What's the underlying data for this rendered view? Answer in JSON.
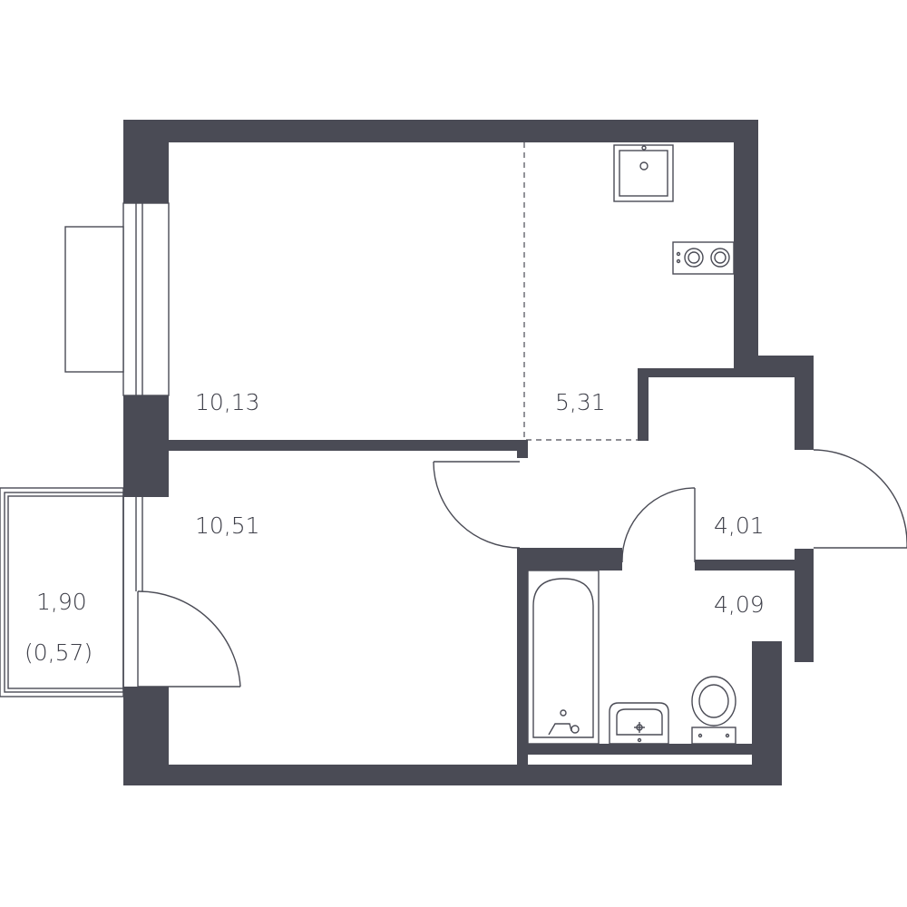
{
  "plan": {
    "rooms": [
      {
        "id": "bedroom",
        "area": "10,13"
      },
      {
        "id": "kitchen",
        "area": "5,31"
      },
      {
        "id": "living",
        "area": "10,51"
      },
      {
        "id": "hall",
        "area": "4,01"
      },
      {
        "id": "bathroom",
        "area": "4,09"
      },
      {
        "id": "balcony",
        "area": "1,90",
        "sub_area": "(0,57)"
      }
    ],
    "colors": {
      "wall": "#4a4b55",
      "background": "#ffffff"
    }
  }
}
